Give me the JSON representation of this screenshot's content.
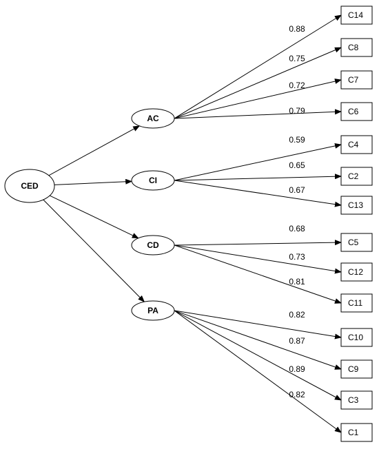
{
  "root": {
    "id": "CED",
    "label": "CED"
  },
  "factors": [
    {
      "id": "AC",
      "label": "AC"
    },
    {
      "id": "CI",
      "label": "CI"
    },
    {
      "id": "CD",
      "label": "CD"
    },
    {
      "id": "PA",
      "label": "PA"
    }
  ],
  "items": [
    {
      "id": "C14",
      "label": "C14"
    },
    {
      "id": "C8",
      "label": "C8"
    },
    {
      "id": "C7",
      "label": "C7"
    },
    {
      "id": "C6",
      "label": "C6"
    },
    {
      "id": "C4",
      "label": "C4"
    },
    {
      "id": "C2",
      "label": "C2"
    },
    {
      "id": "C13",
      "label": "C13"
    },
    {
      "id": "C5",
      "label": "C5"
    },
    {
      "id": "C12",
      "label": "C12"
    },
    {
      "id": "C11",
      "label": "C11"
    },
    {
      "id": "C10",
      "label": "C10"
    },
    {
      "id": "C9",
      "label": "C9"
    },
    {
      "id": "C3",
      "label": "C3"
    },
    {
      "id": "C1",
      "label": "C1"
    }
  ],
  "loadings": [
    {
      "from": "AC",
      "to": "C14",
      "value": "0.88"
    },
    {
      "from": "AC",
      "to": "C8",
      "value": "0.75"
    },
    {
      "from": "AC",
      "to": "C7",
      "value": "0.72"
    },
    {
      "from": "AC",
      "to": "C6",
      "value": "0.79"
    },
    {
      "from": "CI",
      "to": "C4",
      "value": "0.59"
    },
    {
      "from": "CI",
      "to": "C2",
      "value": "0.65"
    },
    {
      "from": "CI",
      "to": "C13",
      "value": "0.67"
    },
    {
      "from": "CD",
      "to": "C5",
      "value": "0.68"
    },
    {
      "from": "CD",
      "to": "C12",
      "value": "0.73"
    },
    {
      "from": "CD",
      "to": "C11",
      "value": "0.81"
    },
    {
      "from": "PA",
      "to": "C10",
      "value": "0.82"
    },
    {
      "from": "PA",
      "to": "C9",
      "value": "0.87"
    },
    {
      "from": "PA",
      "to": "C3",
      "value": "0.89"
    },
    {
      "from": "PA",
      "to": "C1",
      "value": "0.82"
    }
  ]
}
